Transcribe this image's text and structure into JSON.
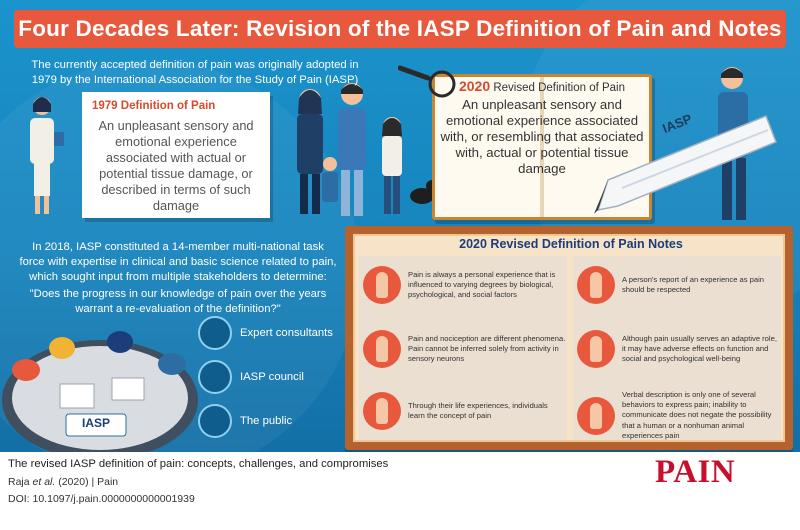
{
  "header": {
    "title": "Four Decades Later: Revision of the IASP Definition of Pain and Notes"
  },
  "intro": "The currently accepted definition of pain was originally adopted in 1979 by the International Association for the Study of Pain (IASP)",
  "definition_1979": {
    "heading": "1979 Definition of Pain",
    "text": "An unpleasant sensory and emotional experience associated with actual or potential tissue damage, or described in terms of such damage"
  },
  "definition_2020": {
    "year": "2020",
    "heading": "Revised Definition of Pain",
    "text": "An unpleasant sensory and emotional experience associated with, or resembling that associated with, actual or potential tissue damage"
  },
  "pen_label": "IASP",
  "task_force": "In 2018, IASP constituted a 14-member multi-national task force with expertise in clinical and basic science related to pain, which sought input from multiple stakeholders to determine:",
  "question": "\"Does the progress in our knowledge of pain over the years warrant a re-evaluation of the definition?\"",
  "table_logo": "IASP",
  "stakeholders": [
    {
      "label": "Expert consultants"
    },
    {
      "label": "IASP council"
    },
    {
      "label": "The public"
    }
  ],
  "notes": {
    "title": "2020 Revised Definition of Pain Notes",
    "left": [
      "Pain is always a personal experience that is influenced to varying degrees by biological, psychological, and social factors",
      "Pain and nociception are different phenomena. Pain cannot be inferred solely from activity in sensory neurons",
      "Through their life experiences, individuals learn the concept of pain"
    ],
    "right": [
      "A person's report of an experience as pain should be respected",
      "Although pain usually serves an adaptive role, it may have adverse effects on function and social and psychological well-being",
      "Verbal description is only one of several behaviors to express pain; inability to communicate does not negate the possibility that a human or a nonhuman animal experiences pain"
    ]
  },
  "footer": {
    "title": "The revised IASP definition of pain: concepts, challenges, and compromises",
    "cite_author": "Raja",
    "cite_etal": "et al.",
    "cite_rest": " (2020)  |  Pain",
    "doi": "DOI: 10.1097/j.pain.0000000000001939",
    "logo": "PAIN"
  },
  "colors": {
    "banner": "#e8583c",
    "background": "#1b93cc",
    "accent": "#d84a2b",
    "logo": "#c8102e"
  }
}
